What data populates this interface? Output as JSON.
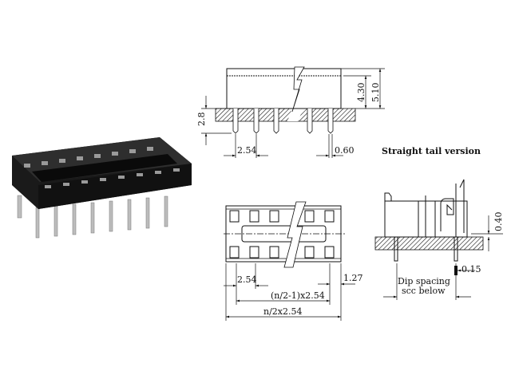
{
  "title": "DIP IC socket dimensional drawing",
  "top_view": {
    "dims": {
      "board_thickness": "2.8",
      "body_height_inner": "4.30",
      "body_height_total": "5.10",
      "pitch": "2.54",
      "pin_width": "0.60"
    },
    "caption": "Straight tail version"
  },
  "plan_view": {
    "dims": {
      "pitch": "2.54",
      "end_offset": "1.27",
      "pin_span": "(n/2-1)x2.54",
      "overall_length": "n/2x2.54"
    }
  },
  "side_view": {
    "dims": {
      "standoff": "0.40",
      "contact_thickness": "0.15"
    },
    "spacing_note_line1": "Dip spacing",
    "spacing_note_line2": "scc below"
  },
  "colors": {
    "line": "#111111",
    "socket_body": "#1a1a1a",
    "pin": "#b8b8b8"
  }
}
